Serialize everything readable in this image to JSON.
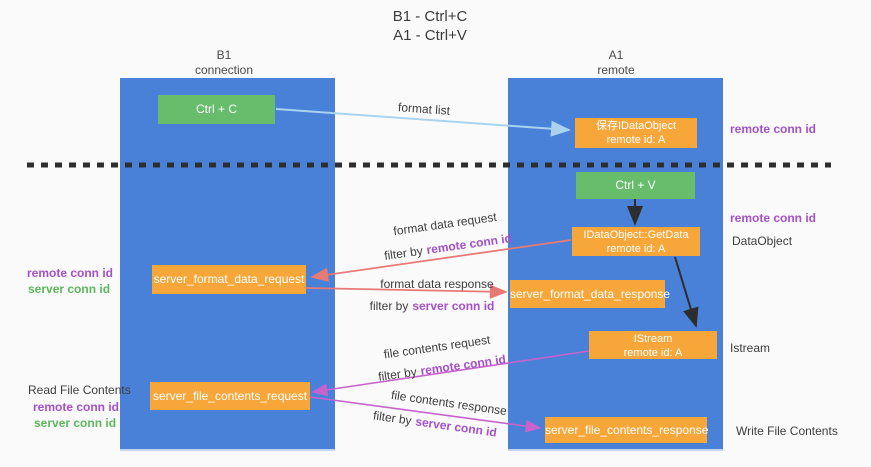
{
  "title": {
    "line1": "B1 - Ctrl+C",
    "line2": "A1 - Ctrl+V"
  },
  "lifelines": {
    "left": {
      "name": "B1",
      "subtitle": "connection"
    },
    "right": {
      "name": "A1",
      "subtitle": "remote"
    }
  },
  "boxes": {
    "ctrl_c": {
      "label": "Ctrl + C"
    },
    "ctrl_v": {
      "label": "Ctrl + V"
    },
    "save_dataobject": {
      "line1": "保存IDataObject",
      "line2": "remote id: A"
    },
    "getdata": {
      "line1": "IDataObject::GetData",
      "line2": "remote id: A"
    },
    "istream": {
      "line1": "IStream",
      "line2": "remote id: A"
    },
    "server_format_data_request": {
      "label": "server_format_data_request"
    },
    "server_format_data_response": {
      "label": "server_format_data_response"
    },
    "server_file_contents_request": {
      "label": "server_file_contents_request"
    },
    "server_file_contents_response": {
      "label": "server_file_contents_response"
    }
  },
  "flow_labels": {
    "format_list": "format list",
    "format_data_request": "format data request",
    "format_data_response": "format data response",
    "file_contents_request": "file contents request",
    "file_contents_response": "file contents response",
    "filter_by": "filter by",
    "remote_conn_id": "remote conn id",
    "server_conn_id": "server conn id"
  },
  "annotations": {
    "remote_conn_id": "remote conn id",
    "server_conn_id": "server conn id",
    "dataobject": "DataObject",
    "istream": "Istream",
    "read_file_contents": "Read File Contents",
    "write_file_contents": "Write File Contents"
  },
  "colors": {
    "lifeline_blue": "#4a81d8",
    "box_green": "#68bd6c",
    "box_orange": "#f7a73a",
    "arrow_lightblue": "#a9d3ee",
    "arrow_black": "#2d2d2d",
    "arrow_salmon": "#e87a76",
    "arrow_magenta": "#c862cc",
    "text_purple": "#a550c8",
    "text_green": "#5cb85c",
    "dashed_line": "#2e2e2e"
  }
}
